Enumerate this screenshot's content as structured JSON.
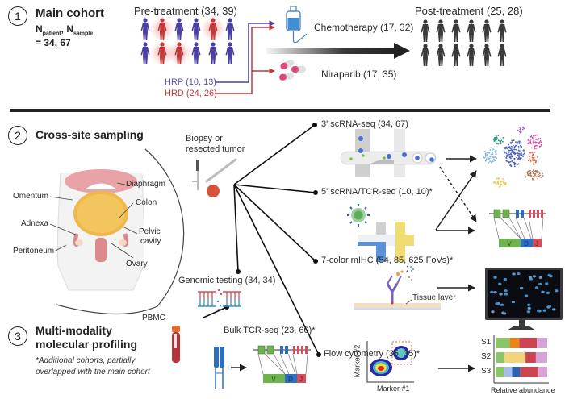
{
  "section1": {
    "number": "1",
    "title": "Main cohort",
    "n_label_patient": "N",
    "n_sub_patient": "patient",
    "n_sep": ",",
    "n_label_sample": "N",
    "n_sub_sample": "sample",
    "n_value": "= 34, 67",
    "pre_treatment": "Pre-treatment (34, 39)",
    "post_treatment": "Post-treatment (25, 28)",
    "hrp": "HRP (10, 13)",
    "hrd": "HRD (24, 26)",
    "chemotherapy": "Chemotherapy (17, 32)",
    "niraparib": "Niraparib (17, 35)",
    "colors": {
      "hrp": "#4b3fa0",
      "hrd": "#c0393b",
      "post": "#3a3a3a"
    },
    "pre_figures": [
      [
        "hrp",
        "hrd",
        "hrp",
        "hrp",
        "hrd",
        "hrp"
      ],
      [
        "hrp",
        "hrd",
        "hrd",
        "hrp",
        "hrp",
        "hrp"
      ]
    ]
  },
  "section2": {
    "number": "2",
    "title": "Cross-site sampling",
    "anatomy_labels": {
      "diaphragm": "Diaphragm",
      "omentum": "Omentum",
      "colon": "Colon",
      "adnexa": "Adnexa",
      "pelvic": "Pelvic",
      "cavity": "cavity",
      "peritoneum": "Peritoneum",
      "ovary": "Ovary"
    },
    "biopsy_line1": "Biopsy or",
    "biopsy_line2": "resected tumor"
  },
  "assays": {
    "scrna3": "3' scRNA-seq (34, 67)",
    "scrna5": "5' scRNA/TCR-seq (10, 10)*",
    "mihc": "7-color mIHC (54, 85, 625 FoVs)*",
    "genomic": "Genomic testing (34, 34)",
    "bulk_tcr": "Bulk TCR-seq (23, 60)*",
    "flow": "Flow cytometry (35, 35)*",
    "tissue_layer": "Tissue layer",
    "vdj": [
      "V",
      "D",
      "J"
    ],
    "marker_x": "Marker #1",
    "marker_y": "Marker #2"
  },
  "section3": {
    "number": "3",
    "title_line1": "Multi-modality",
    "title_line2": "molecular profiling",
    "note_line1": "*Additional cohorts, partially",
    "note_line2": "overlapped with the main cohort",
    "pbmc": "PBMC"
  },
  "abundance_chart": {
    "xlabel": "Relative abundance",
    "rows": [
      {
        "label": "S1",
        "segments": [
          {
            "v": 0.27,
            "c": "#8cc46a"
          },
          {
            "v": 0.19,
            "c": "#e8861c"
          },
          {
            "v": 0.34,
            "c": "#cc4450"
          },
          {
            "v": 0.2,
            "c": "#d4a4d6"
          }
        ]
      },
      {
        "label": "S2",
        "segments": [
          {
            "v": 0.17,
            "c": "#8cc46a"
          },
          {
            "v": 0.41,
            "c": "#f2d27c"
          },
          {
            "v": 0.2,
            "c": "#cc4450"
          },
          {
            "v": 0.22,
            "c": "#d4a4d6"
          }
        ]
      },
      {
        "label": "S3",
        "segments": [
          {
            "v": 0.16,
            "c": "#8cc46a"
          },
          {
            "v": 0.16,
            "c": "#a8bde6"
          },
          {
            "v": 0.16,
            "c": "#2f5fb2"
          },
          {
            "v": 0.35,
            "c": "#cc4450"
          },
          {
            "v": 0.17,
            "c": "#d4a4d6"
          }
        ]
      }
    ]
  }
}
